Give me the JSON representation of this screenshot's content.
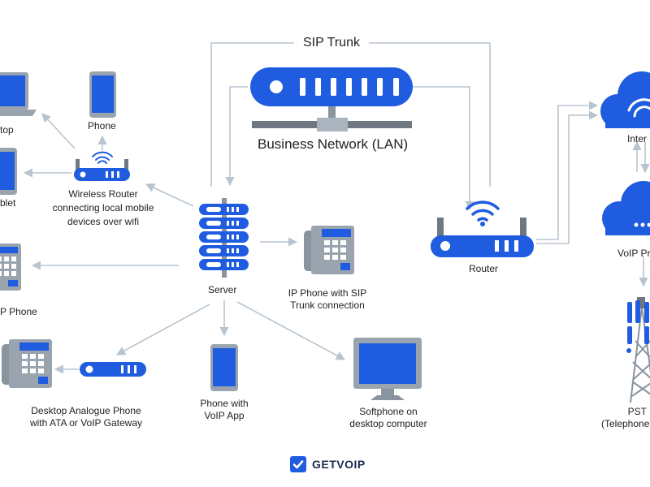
{
  "colors": {
    "blue": "#1f5ce0",
    "line": "#b8c4cf",
    "body_gray": "#9aa4ae",
    "screen": "#1f5ce0"
  },
  "labels": {
    "sip_trunk": "SIP Trunk",
    "business_network": "Business Network (LAN)",
    "laptop": "top",
    "phone_top": "Phone",
    "tablet": "blet",
    "wireless_router": [
      "Wireless Router",
      "connecting local mobile",
      "devices over wifi"
    ],
    "server": "Server",
    "ip_phone_sip": [
      "IP Phone with SIP",
      "Trunk connection"
    ],
    "ip_phone_left": "P Phone",
    "router": "Router",
    "internet": "Inter",
    "voip_provider": "VoIP Pr",
    "pstn": [
      "PST",
      "(Telephone"
    ],
    "analogue_phone": [
      "Desktop Analogue Phone",
      "with ATA or VoIP Gateway"
    ],
    "phone_voip_app": [
      "Phone with",
      "VoIP App"
    ],
    "softphone": [
      "Softphone on",
      "desktop computer"
    ]
  },
  "brand": {
    "name": "GETVOIP",
    "icon": "check-icon"
  }
}
